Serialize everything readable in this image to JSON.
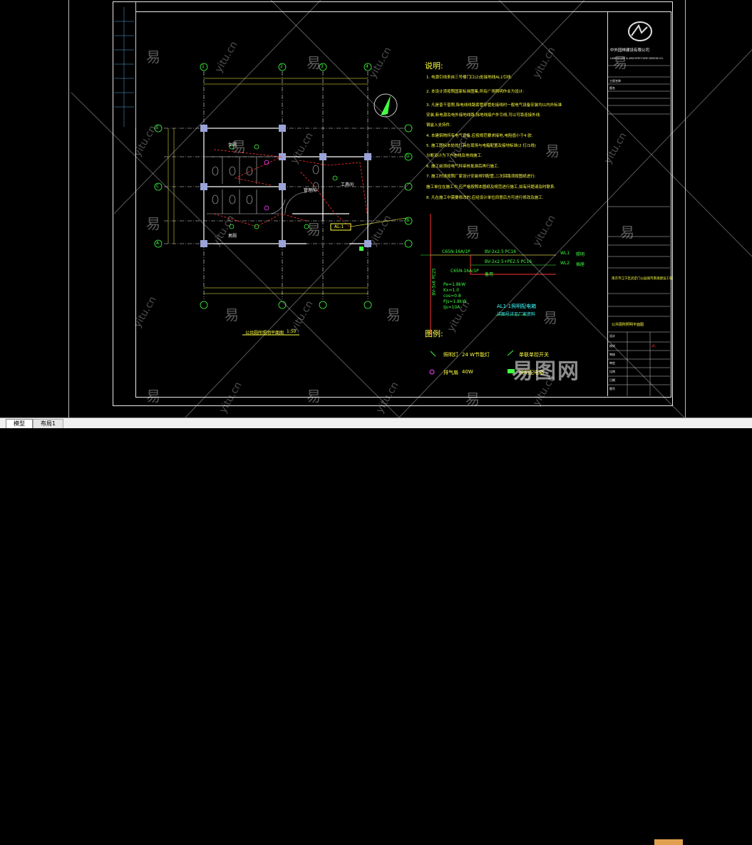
{
  "tabs": {
    "model": "模型",
    "layout1": "布局1"
  },
  "notes": {
    "title": "说明:",
    "lines": [
      "1. 电源引线来自三号楼门口(2)处接地线AL1引线.",
      "2. 本设计须按照国家标准图集,所有广场照明作业为设计:",
      "3. 凡是普干普照,除电线线路套管穿管处接线时一般电气设备安装均以内外标准",
      "   安装,新电源及电外接地线路,除地线接户外引线,可以可靠连接外线.",
      "   钢盒入支持件.",
      "4. 本建筑物所有电气设备,应按规范要求接地,电阻值小于4 欧.",
      "5. 施工图标本处的灯具在现场与电箱配置及接地标准(2 灯/1线)",
      "   分断设计为下户布线及地线施工.",
      "6. 施工前须经电气科审核批准后再行施工.",
      "7. 施工时请按照厂家设计安装排列配管,二次回路须按图纸进行:",
      "   施工单位在施工中,应严格按照本图纸及规范进行施工,如有问题请及时联系.",
      "8. 凡在施工中需要修改的,应经设计单位同意后方可进行修改及施工."
    ]
  },
  "legend": {
    "title": "图例:",
    "item1": "照明灯",
    "item1_spec": "24 W节能灯",
    "item2": "排气扇",
    "item2_spec": "40W",
    "item3": "单联单控开关",
    "item4": "照明配电箱"
  },
  "plan": {
    "title": "公共厕所照明平面图",
    "scale": "1:50",
    "room_labels": [
      "女厕",
      "男厕",
      "管理间",
      "工具间"
    ],
    "grid_numbers": [
      "1",
      "2",
      "3",
      "4"
    ],
    "grid_letters": [
      "E",
      "D",
      "C",
      "B",
      "A"
    ],
    "box_label": "AL-1"
  },
  "schematic": {
    "title": "AL1-1照明配电箱",
    "subtitle": "详图号详见厂家资料",
    "feeder": "BV-2x2.5 PC16",
    "feeder2": "BV-2x2.5+PE2.5 PC16",
    "breaker1": "C65N-16A/1P",
    "breaker2": "C65N-16A/1P",
    "circuit1": "WL1",
    "circuit2": "WL2",
    "load1": "照明",
    "load2": "插座",
    "spare": "备用",
    "incoming": "BV-3x6 PC25",
    "params": [
      "Pe=1.8kW",
      "Kx=1.0",
      "cos=0.8",
      "Pjs=1.8kW",
      "Ijs=10A"
    ]
  },
  "titleblock": {
    "company": "中外园林建设有限公司",
    "company_en": "LANDSCAPE & ARCHITECTURE DESIGN CO.",
    "project": "南京市江宁区武定门公园城市景观建设工程",
    "drawing": "公共厕所照明平面图",
    "labels": [
      "工程名称",
      "图名",
      "设计",
      "校对",
      "审核",
      "审定",
      "比例",
      "日期",
      "图号"
    ]
  },
  "watermark": {
    "char": "易",
    "url": "yitu.cn",
    "brand": "易图网"
  }
}
